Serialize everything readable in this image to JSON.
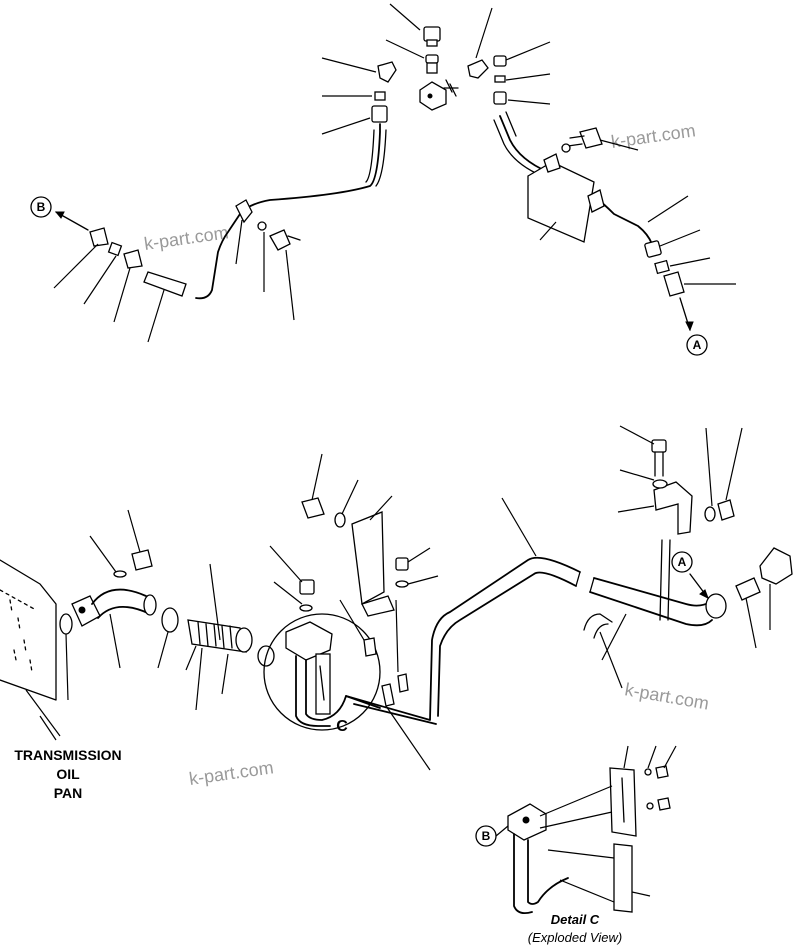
{
  "watermark": "k-part.com",
  "callouts": {
    "a": "A",
    "b": "B",
    "c": "C"
  },
  "labels": {
    "transmission_line1": "TRANSMISSION",
    "transmission_line2": "OIL",
    "transmission_line3": "PAN"
  },
  "detail": {
    "title": "Detail C",
    "subtitle": "(Exploded View)"
  }
}
